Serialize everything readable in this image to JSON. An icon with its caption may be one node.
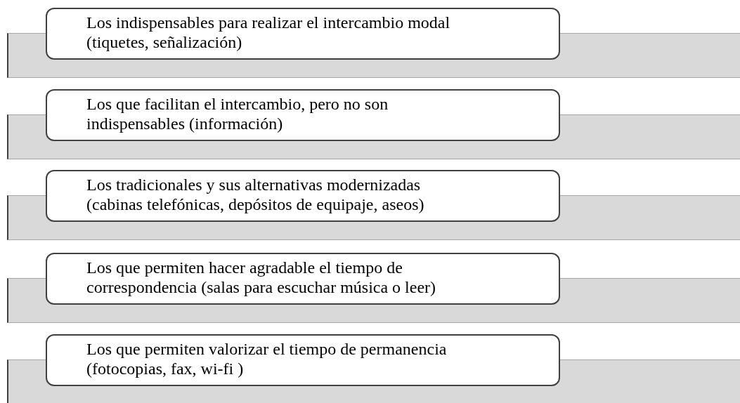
{
  "diagram": {
    "nodes": [
      {
        "text": [
          "Los indispensables para realizar el intercambio modal (tiquetes, señalización)"
        ]
      },
      {
        "text": [],
        "shape": "bar"
      },
      {
        "text": [
          "Los que facilitan el intercambio, pero no son indispensables (información)"
        ]
      },
      {
        "text": [],
        "shape": "bar"
      },
      {
        "text": [
          "Los tradicionales y sus alternativas modernizadas (cabinas telefónicas, depósitos de equipaje, aseos)"
        ]
      },
      {
        "text": [],
        "shape": "bar"
      },
      {
        "text": [
          "Los que permiten hacer agradable el tiempo de correspondencia (salas para escuchar música o leer)"
        ]
      },
      {
        "text": [],
        "shape": "bar"
      },
      {
        "text": [
          "Los que permiten valorizar el tiempo de permanencia (fotocopias, fax, wi-fi )"
        ]
      },
      {
        "text": [],
        "shape": "bar"
      }
    ]
  }
}
